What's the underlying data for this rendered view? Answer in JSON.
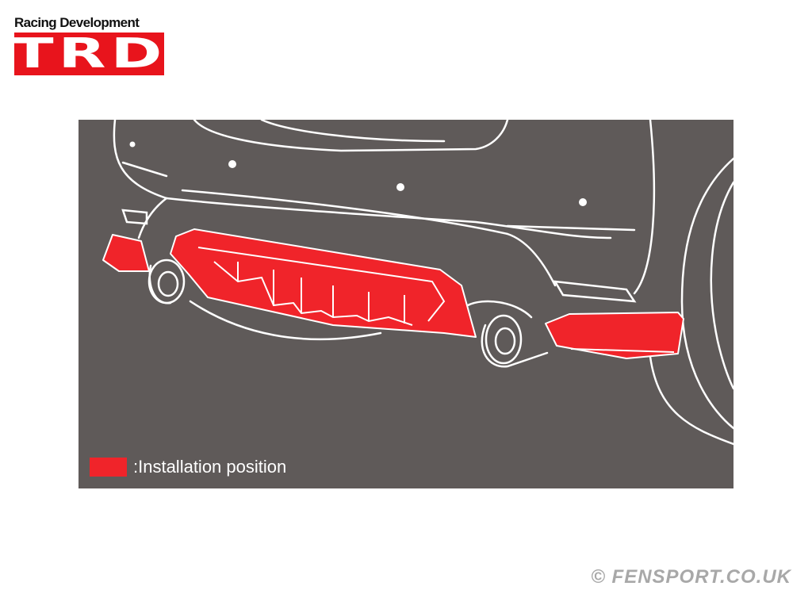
{
  "logo": {
    "tagline": "Racing Development",
    "brand": "TRD",
    "brand_color": "#e8141c"
  },
  "diagram": {
    "background_color": "#5f5a59",
    "highlight_color": "#f0242a",
    "legend_label": ":Installation position"
  },
  "credit": "© FENSPORT.CO.UK"
}
